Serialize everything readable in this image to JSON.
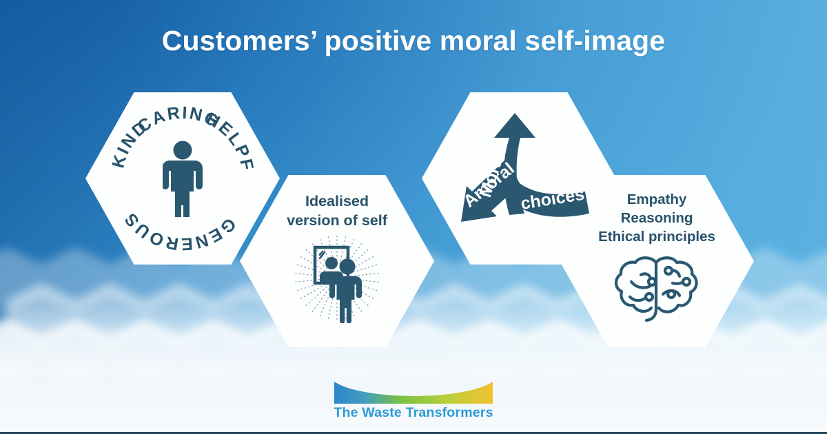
{
  "page": {
    "title": "Customers’ positive moral self-image",
    "background_top_color": "#1b62ab",
    "background_bottom_color": "#4aaade",
    "hex_fill_color": "#fdfefe",
    "ink_color": "#27526a"
  },
  "hexagons": [
    {
      "id": "values-ring",
      "icon": "standing-person-icon",
      "ring_words": [
        "KIND",
        "CARING",
        "HELPFUL",
        "GENEROUS"
      ],
      "ring_top_text": "CARING",
      "ring_right_text": "HELPFUL",
      "ring_bottom_text": "GENEROUS",
      "ring_left_text": "KIND",
      "label": ""
    },
    {
      "id": "idealised-self",
      "icon": "person-at-mirror-icon",
      "label": "Idealised\nversion of self"
    },
    {
      "id": "moral-choices",
      "icon": "forked-arrow-icon",
      "label": "",
      "arrow_up_text": "Moral",
      "arrow_down_text": "Amoral",
      "arrow_stem_text": "choices"
    },
    {
      "id": "ethical-reasoning",
      "icon": "brain-icon",
      "label": "Empathy\nReasoning\nEthical principles"
    }
  ],
  "logo": {
    "name": "The Waste Transformers",
    "swoosh_colors": [
      "#2e86c8",
      "#7ac143",
      "#f2c230"
    ],
    "text_color": "#2b9ad6"
  }
}
